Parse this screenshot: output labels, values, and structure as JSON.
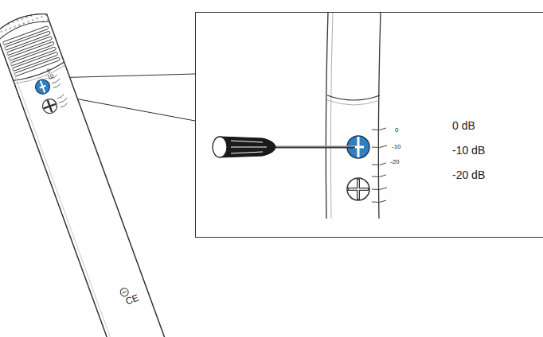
{
  "diagram": {
    "nodes": [
      {
        "text": [
          "0",
          "-10",
          "-20",
          "0 dB",
          "-10 dB",
          "-20 dB"
        ]
      }
    ],
    "labels": [
      "0",
      "-10",
      "CE"
    ]
  }
}
